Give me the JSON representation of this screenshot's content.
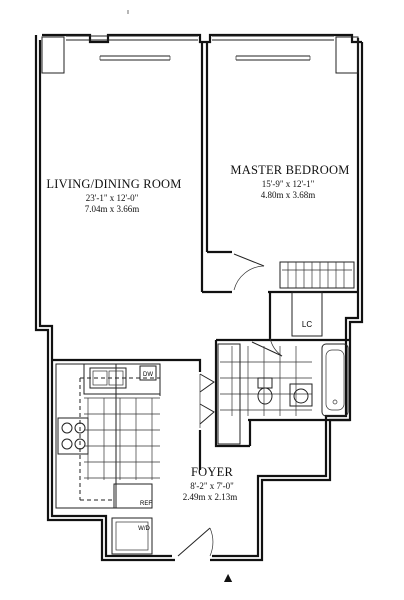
{
  "rooms": {
    "living": {
      "name": "LIVING/DINING ROOM",
      "dim_imperial": "23'-1\" x 12'-0\"",
      "dim_metric": "7.04m x 3.66m"
    },
    "bedroom": {
      "name": "MASTER BEDROOM",
      "dim_imperial": "15'-9\" x 12'-1\"",
      "dim_metric": "4.80m x 3.68m"
    },
    "foyer": {
      "name": "FOYER",
      "dim_imperial": "8'-2\" x 7'-0\"",
      "dim_metric": "2.49m x 2.13m"
    }
  },
  "fixtures": {
    "linen_closet": "LC",
    "dishwasher": "DW",
    "refrigerator": "REF",
    "washer_dryer": "W/D"
  },
  "entrance_marker": "▲"
}
